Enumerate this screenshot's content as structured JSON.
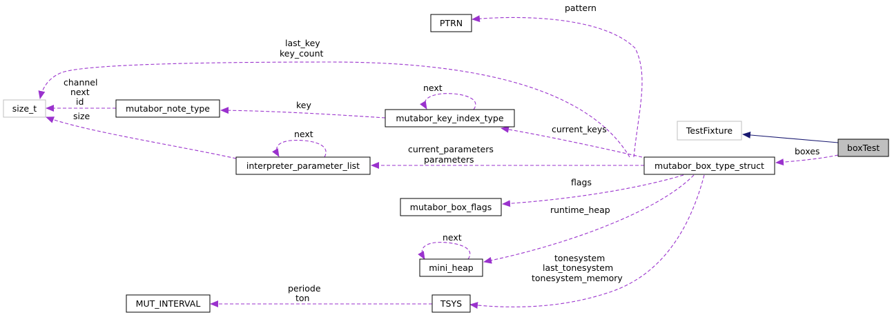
{
  "diagram": {
    "nodes": {
      "ptrn": "PTRN",
      "size_t": "size_t",
      "mutabor_note_type": "mutabor_note_type",
      "mutabor_key_index_type": "mutabor_key_index_type",
      "interpreter_parameter_list": "interpreter_parameter_list",
      "mutabor_box_type_struct": "mutabor_box_type_struct",
      "test_fixture": "TestFixture",
      "box_test": "boxTest",
      "mutabor_box_flags": "mutabor_box_flags",
      "mini_heap": "mini_heap",
      "mut_interval": "MUT_INTERVAL",
      "tsys": "TSYS"
    },
    "labels": {
      "pattern": "pattern",
      "last_key": "last_key",
      "key_count": "key_count",
      "channel": "channel",
      "next_a": "next",
      "id": "id",
      "size": "size",
      "key": "key",
      "next_key_index": "next",
      "current_keys": "current_keys",
      "next_param": "next",
      "current_parameters": "current_parameters",
      "parameters": "parameters",
      "boxes": "boxes",
      "flags": "flags",
      "runtime_heap": "runtime_heap",
      "next_heap": "next",
      "tonesystem": "tonesystem",
      "last_tonesystem": "last_tonesystem",
      "tonesystem_memory": "tonesystem_memory",
      "periode": "periode",
      "ton": "ton"
    },
    "colors": {
      "usage_edge": "#9a32cd",
      "inheritance_edge": "#191970",
      "focus_fill": "#bfbfbf",
      "grey_border": "#bfbfbf"
    }
  }
}
